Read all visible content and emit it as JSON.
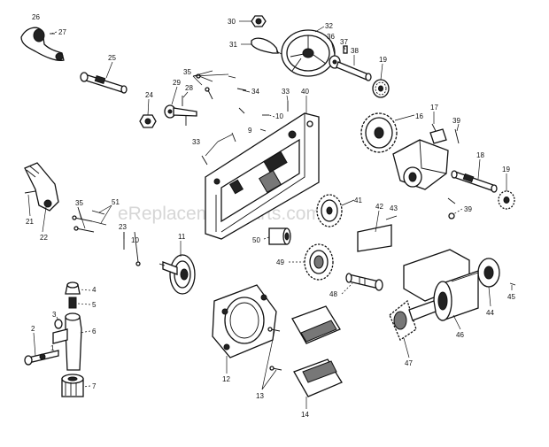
{
  "watermark": "eReplacementParts.com",
  "callouts": {
    "n26": "26",
    "n27": "27",
    "n25": "25",
    "n30": "30",
    "n31": "31",
    "n32": "32",
    "n36": "36",
    "n37": "37",
    "n38": "38",
    "n19a": "19",
    "n35a": "35",
    "n29": "29",
    "n28": "28",
    "n24": "24",
    "n34": "34",
    "n33a": "33",
    "n40": "40",
    "n10a": "10",
    "n9": "9",
    "n33b": "33",
    "n16": "16",
    "n17": "17",
    "n39a": "39",
    "n18": "18",
    "n19b": "19",
    "n39b": "39",
    "n41": "41",
    "n42": "42",
    "n43": "43",
    "n22": "22",
    "n21": "21",
    "n35b": "35",
    "n51": "51",
    "n23": "23",
    "n10b": "10",
    "n11": "11",
    "n50": "50",
    "n49": "49",
    "n48": "48",
    "n4": "4",
    "n5": "5",
    "n3": "3",
    "n6": "6",
    "n2": "2",
    "n1": "1",
    "n7": "7",
    "n12": "12",
    "n13": "13",
    "n14": "14",
    "n44": "44",
    "n45": "45",
    "n46": "46",
    "n47": "47"
  }
}
